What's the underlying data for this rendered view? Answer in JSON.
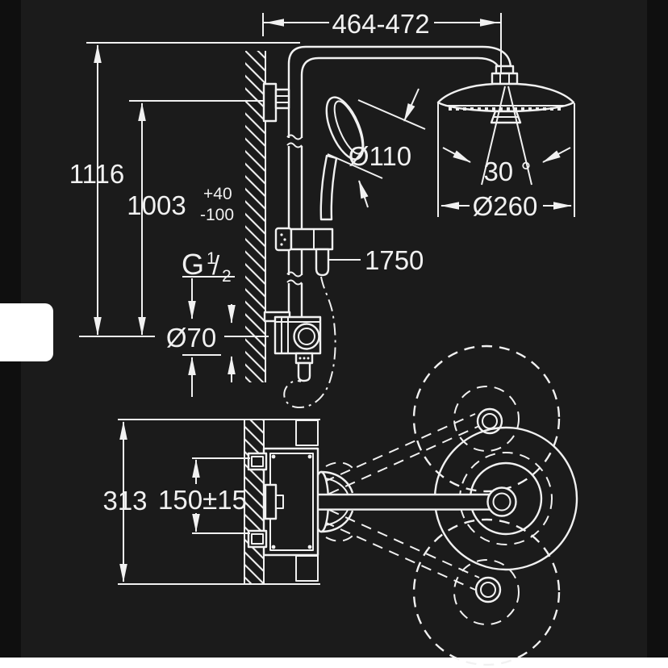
{
  "colors": {
    "background": "#1b1b1b",
    "edge": "#0f0f0f",
    "line": "#f1f1f1",
    "page": "#ffffff"
  },
  "drawing": {
    "type": "technical-dimension-drawing",
    "subject": "shower-system-with-overhead-and-hand-shower"
  },
  "dims": {
    "top_width": "464-472",
    "total_height": "1116",
    "valve_height": "1003",
    "valve_height_tol_plus": "+40",
    "valve_height_tol_minus": "-100",
    "hand_shower_diameter": "Ø110",
    "spray_angle": "30 °",
    "head_diameter": "Ø260",
    "thread_g": "G",
    "thread_num": "1",
    "thread_slash": "/",
    "thread_den": "2",
    "escutcheon_diameter": "Ø70",
    "hose_length": "1750",
    "plan_depth": "313",
    "connection_spacing": "150±15"
  }
}
